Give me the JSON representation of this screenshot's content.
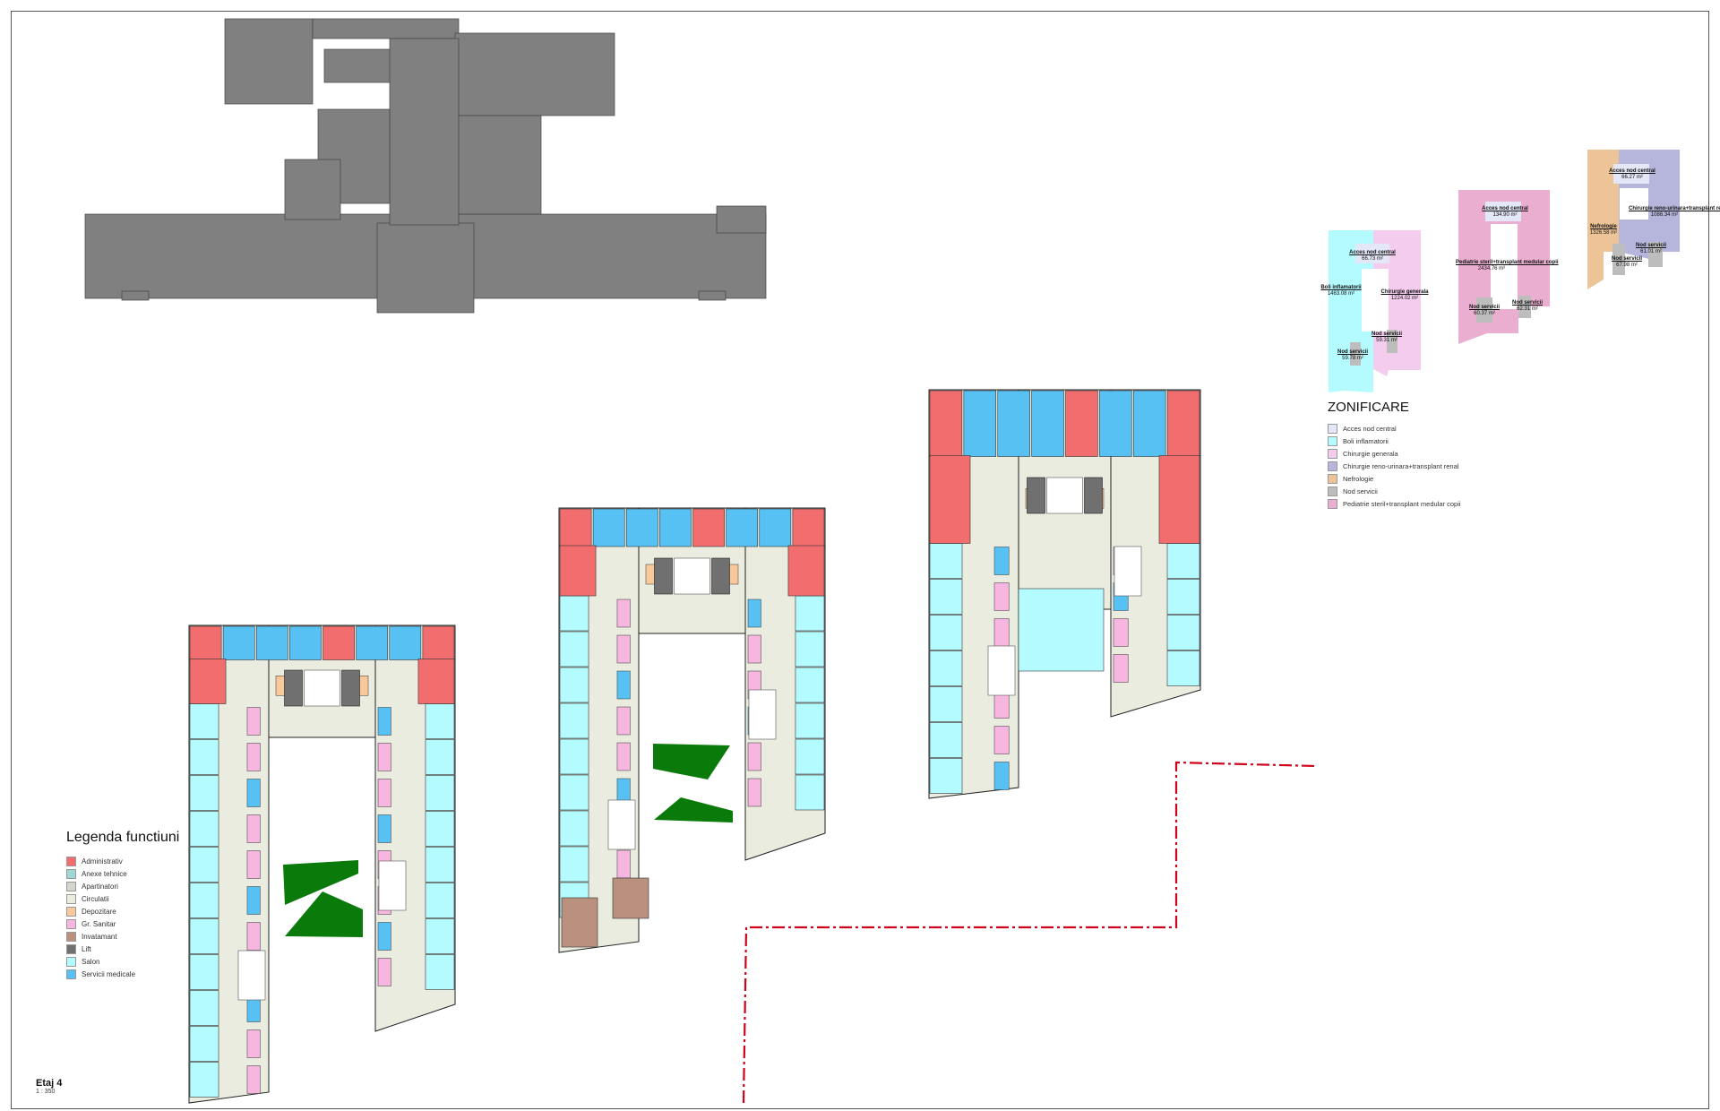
{
  "sheet": {
    "title": "Etaj 4",
    "scale": "1 : 350"
  },
  "legend_functions": {
    "title": "Legenda functiuni",
    "items": [
      {
        "label": "Administrativ",
        "color": "#f26d6d"
      },
      {
        "label": "Anexe tehnice",
        "color": "#9fd8d3"
      },
      {
        "label": "Apartinatori",
        "color": "#d4d6cc"
      },
      {
        "label": "Circulatii",
        "color": "#e9ecdf"
      },
      {
        "label": "Depozitare",
        "color": "#f9c89b"
      },
      {
        "label": "Gr. Sanitar",
        "color": "#f7b6e0"
      },
      {
        "label": "Invatamant",
        "color": "#b9917e"
      },
      {
        "label": "Lift",
        "color": "#707070"
      },
      {
        "label": "Salon",
        "color": "#b3fbff"
      },
      {
        "label": "Servicii medicale",
        "color": "#58c1f4"
      }
    ]
  },
  "legend_zoning": {
    "title": "ZONIFICARE",
    "items": [
      {
        "label": "Acces nod central",
        "color": "#e3e7f7"
      },
      {
        "label": "Boli inflamatorii",
        "color": "#b3fbff"
      },
      {
        "label": "Chirurgie generala",
        "color": "#f4cdee"
      },
      {
        "label": "Chirurgie reno-urinara+transplant renal",
        "color": "#b6b5dc"
      },
      {
        "label": "Nefrologie",
        "color": "#edc497"
      },
      {
        "label": "Nod servicii",
        "color": "#bdbdbd"
      },
      {
        "label": "Pediatrie steril+transplant medular copii",
        "color": "#eaaed1"
      }
    ]
  },
  "zone_labels": [
    {
      "name": "Acces nod central",
      "area": "66.73 m²"
    },
    {
      "name": "Boli inflamatorii",
      "area": "1463.08 m²"
    },
    {
      "name": "Chirurgie generala",
      "area": "1224.02 m²"
    },
    {
      "name": "Nod servicii",
      "area": "59.31 m²"
    },
    {
      "name": "Nod servicii",
      "area": "59.78 m²"
    },
    {
      "name": "Acces nod central",
      "area": "134.90 m²"
    },
    {
      "name": "Pediatrie steril+transplant medular copii",
      "area": "2434.76 m²"
    },
    {
      "name": "Nod servicii",
      "area": "60.37 m²"
    },
    {
      "name": "Nod servicii",
      "area": "62.31 m²"
    },
    {
      "name": "Acces nod central",
      "area": "66.27 m²"
    },
    {
      "name": "Chirurgie reno-urinara+transplant renal",
      "area": "1086.34 m²"
    },
    {
      "name": "Nefrologie",
      "area": "1326.58 m²"
    },
    {
      "name": "Nod servicii",
      "area": "61.01 m²"
    },
    {
      "name": "Nod servicii",
      "area": "67.98 m²"
    }
  ],
  "colors": {
    "site_boundary": "#d0021b",
    "massing": "#808080",
    "courtyard_green": "#0a7a0a"
  }
}
